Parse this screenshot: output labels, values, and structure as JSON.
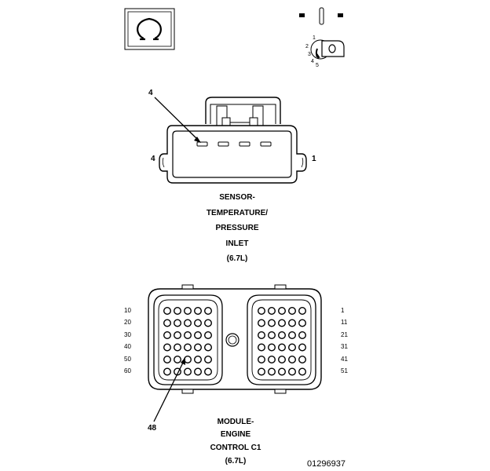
{
  "sensor_connector": {
    "callout": "4",
    "left_pin": "4",
    "right_pin": "1",
    "title_lines": [
      "SENSOR-",
      "TEMPERATURE/",
      "PRESSURE",
      "INLET",
      "(6.7L)"
    ]
  },
  "ecm_connector": {
    "left_rows": [
      "10",
      "20",
      "30",
      "40",
      "50",
      "60"
    ],
    "right_rows": [
      "1",
      "11",
      "21",
      "31",
      "41",
      "51"
    ],
    "callout": "48",
    "title_lines": [
      "MODULE-",
      "ENGINE",
      "CONTROL C1",
      "(6.7L)"
    ]
  },
  "key_symbol": {
    "positions": [
      "1",
      "2",
      "3",
      "4",
      "5"
    ]
  },
  "figure_id": "01296937"
}
